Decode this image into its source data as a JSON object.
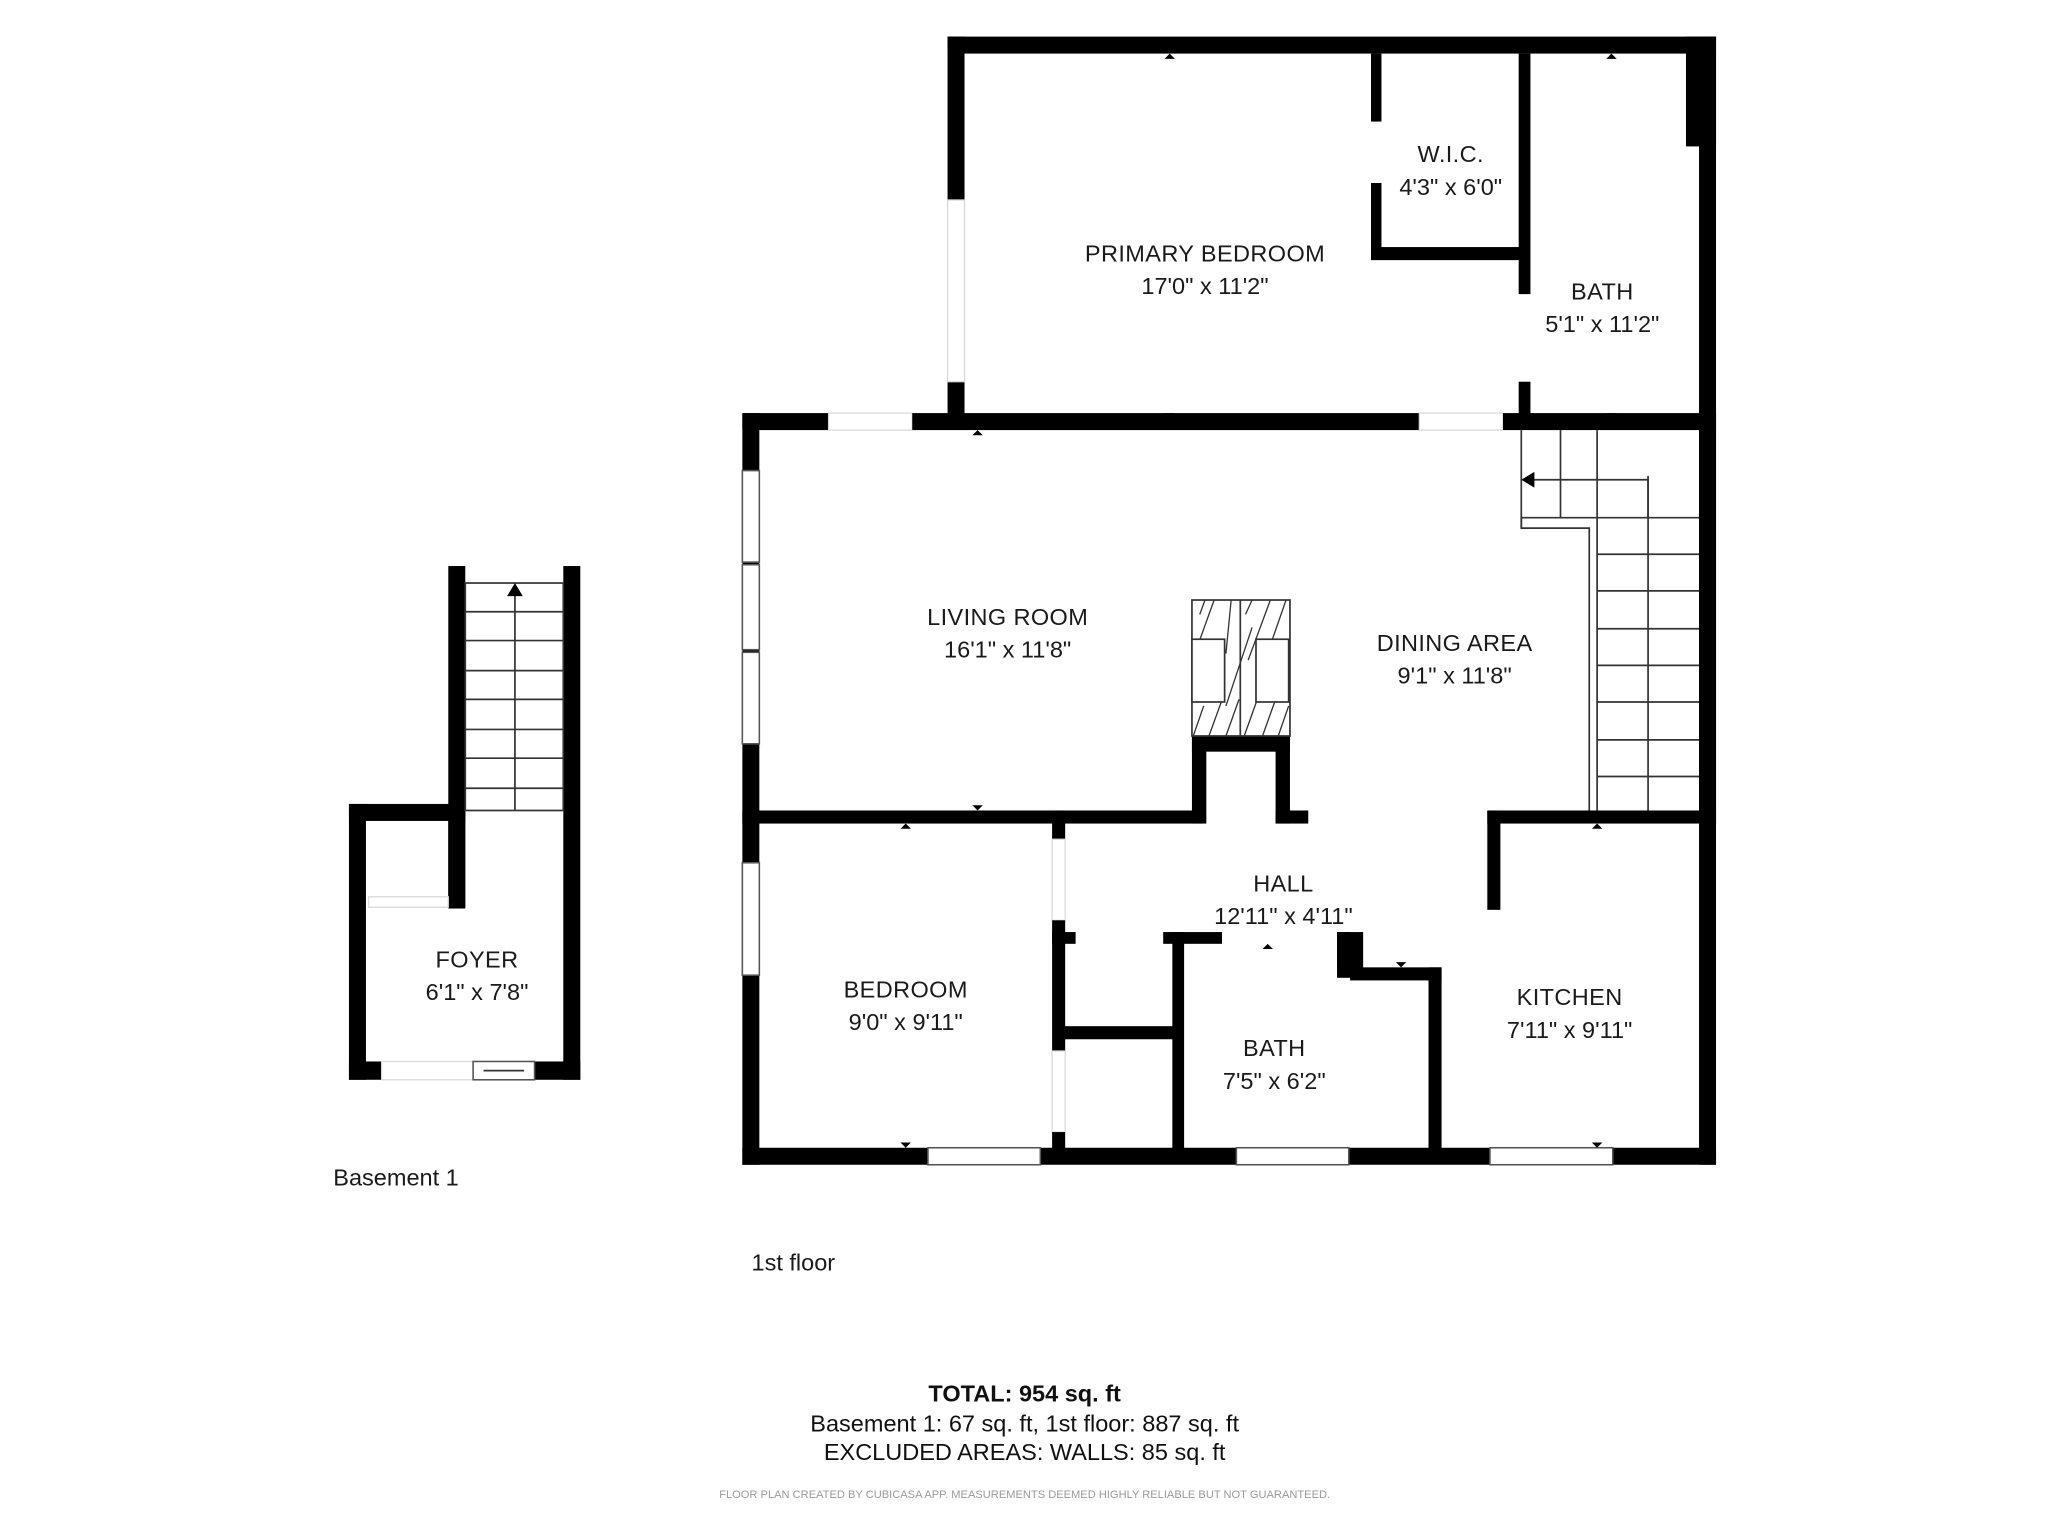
{
  "floors": [
    {
      "name": "Basement 1",
      "rooms": [
        {
          "label": "FOYER",
          "dimensions": "6'1\" x 7'8\""
        }
      ]
    },
    {
      "name": "1st floor",
      "rooms": [
        {
          "label": "PRIMARY BEDROOM",
          "dimensions": "17'0\" x 11'2\""
        },
        {
          "label": "W.I.C.",
          "dimensions": "4'3\" x 6'0\""
        },
        {
          "label": "BATH",
          "dimensions": "5'1\" x 11'2\""
        },
        {
          "label": "LIVING ROOM",
          "dimensions": "16'1\" x 11'8\""
        },
        {
          "label": "DINING AREA",
          "dimensions": "9'1\" x 11'8\""
        },
        {
          "label": "HALL",
          "dimensions": "12'11\" x 4'11\""
        },
        {
          "label": "BEDROOM",
          "dimensions": "9'0\" x 9'11\""
        },
        {
          "label": "BATH",
          "dimensions": "7'5\" x 6'2\""
        },
        {
          "label": "KITCHEN",
          "dimensions": "7'11\" x 9'11\""
        }
      ]
    }
  ],
  "summary": {
    "total": "TOTAL: 954 sq. ft",
    "breakdown": "Basement 1: 67 sq. ft, 1st floor: 887 sq. ft",
    "excluded": "EXCLUDED AREAS: WALLS: 85 sq. ft"
  },
  "disclaimer": "FLOOR PLAN CREATED BY CUBICASA APP. MEASUREMENTS DEEMED HIGHLY RELIABLE BUT NOT GUARANTEED.",
  "colors": {
    "wall": "#000000",
    "background": "#ffffff",
    "disclaimer": "#9a9a9a"
  }
}
